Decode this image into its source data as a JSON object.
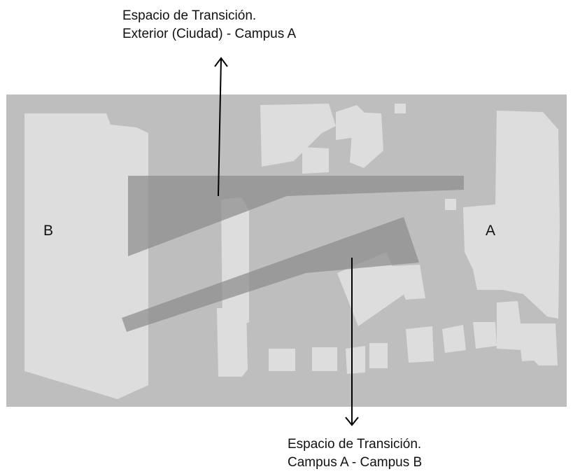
{
  "annotations": {
    "top": {
      "line1": "Espacio de Transición.",
      "line2": "Exterior (Ciudad) - Campus A"
    },
    "bottom": {
      "line1": "Espacio de Transición.",
      "line2": "Campus A - Campus B"
    }
  },
  "labels": {
    "campus_b": "B",
    "campus_a": "A"
  },
  "colors": {
    "ground": "#bebebe",
    "buildings": "#dddddd",
    "transition_zone": "#8c8c8c",
    "arrow": "#000000"
  }
}
